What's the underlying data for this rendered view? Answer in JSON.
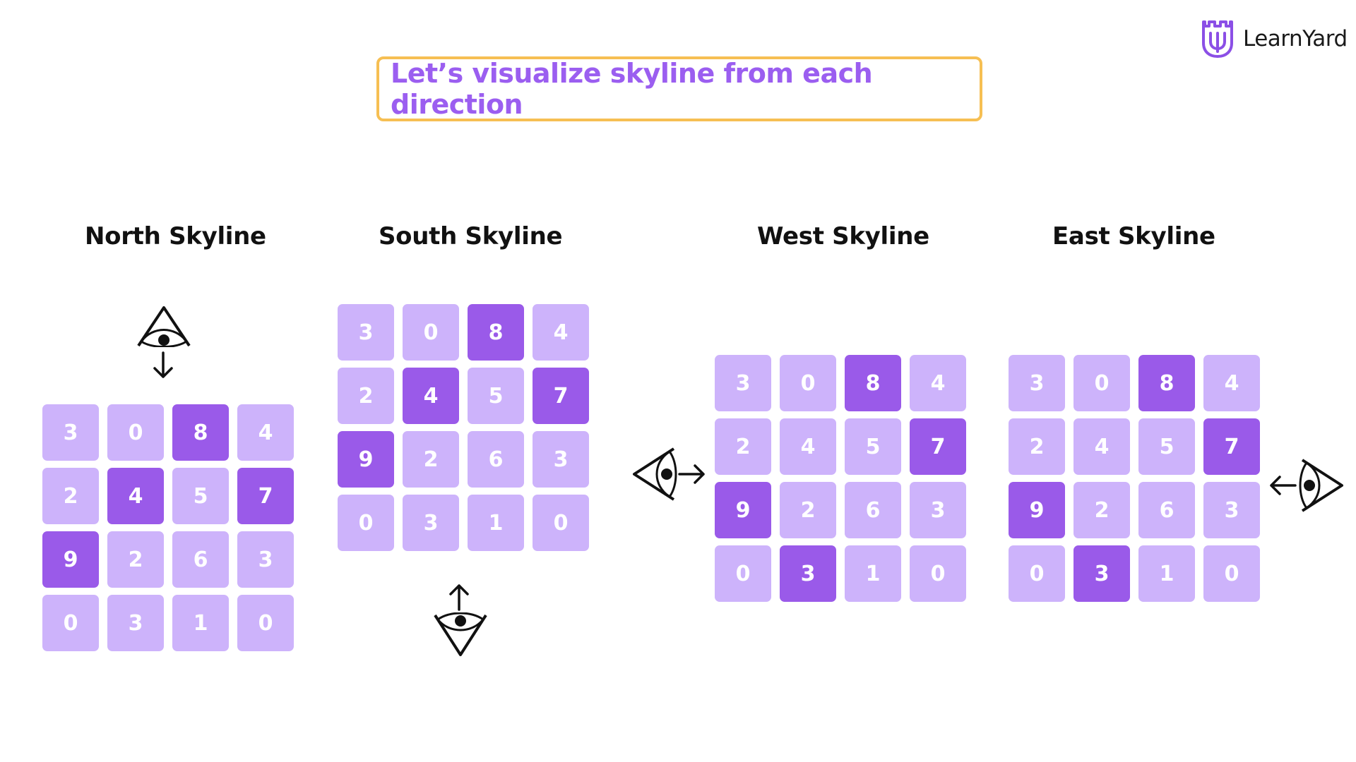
{
  "brand": {
    "name": "LearnYard"
  },
  "title": "Let’s visualize skyline from each direction",
  "colors": {
    "cell": "#cdb3fb",
    "highlight": "#9a5ae9",
    "title_border": "#f6bf53",
    "title_text": "#9b5ef0"
  },
  "panels": [
    {
      "heading": "North Skyline",
      "viewer": "top",
      "grid": [
        [
          3,
          0,
          8,
          4
        ],
        [
          2,
          4,
          5,
          7
        ],
        [
          9,
          2,
          6,
          3
        ],
        [
          0,
          3,
          1,
          0
        ]
      ],
      "highlighted": [
        [
          0,
          2
        ],
        [
          1,
          1
        ],
        [
          1,
          3
        ],
        [
          2,
          0
        ]
      ]
    },
    {
      "heading": "South Skyline",
      "viewer": "bottom",
      "grid": [
        [
          3,
          0,
          8,
          4
        ],
        [
          2,
          4,
          5,
          7
        ],
        [
          9,
          2,
          6,
          3
        ],
        [
          0,
          3,
          1,
          0
        ]
      ],
      "highlighted": [
        [
          0,
          2
        ],
        [
          1,
          1
        ],
        [
          1,
          3
        ],
        [
          2,
          0
        ]
      ]
    },
    {
      "heading": "West Skyline",
      "viewer": "left",
      "grid": [
        [
          3,
          0,
          8,
          4
        ],
        [
          2,
          4,
          5,
          7
        ],
        [
          9,
          2,
          6,
          3
        ],
        [
          0,
          3,
          1,
          0
        ]
      ],
      "highlighted": [
        [
          0,
          2
        ],
        [
          1,
          3
        ],
        [
          2,
          0
        ],
        [
          3,
          1
        ]
      ]
    },
    {
      "heading": "East Skyline",
      "viewer": "right",
      "grid": [
        [
          3,
          0,
          8,
          4
        ],
        [
          2,
          4,
          5,
          7
        ],
        [
          9,
          2,
          6,
          3
        ],
        [
          0,
          3,
          1,
          0
        ]
      ],
      "highlighted": [
        [
          0,
          2
        ],
        [
          1,
          3
        ],
        [
          2,
          0
        ],
        [
          3,
          1
        ]
      ]
    }
  ]
}
